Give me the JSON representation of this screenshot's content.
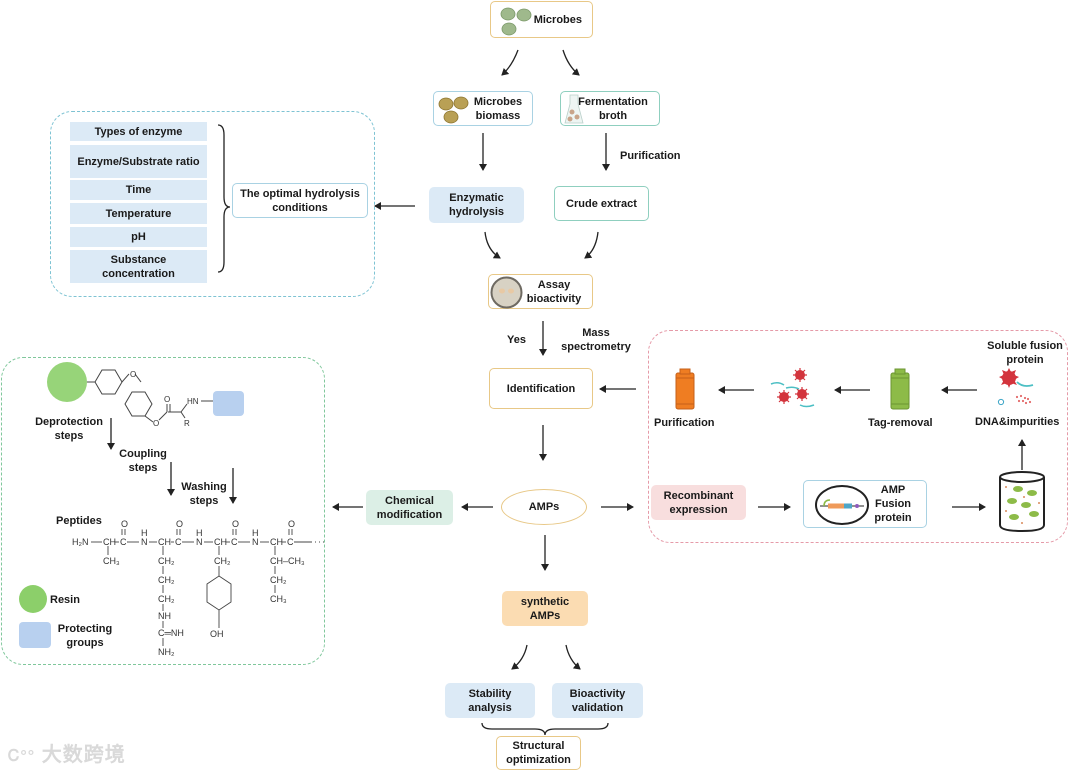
{
  "top": {
    "microbes": "Microbes",
    "microbes_biomass": "Microbes biomass",
    "fermentation_broth": "Fermentation broth",
    "purification_step": "Purification",
    "enzymatic_hydrolysis": "Enzymatic hydrolysis",
    "crude_extract": "Crude extract",
    "assay_bioactivity": "Assay bioactivity",
    "yes": "Yes",
    "mass_spectrometry": "Mass spectrometry",
    "identification": "Identification",
    "amps": "AMPs",
    "chemical_modification": "Chemical modification",
    "recombinant_expression": "Recombinant expression",
    "synthetic_amps": "synthetic AMPs",
    "stability_analysis": "Stability analysis",
    "bioactivity_validation": "Bioactivity validation",
    "structural_optimization": "Structural optimization"
  },
  "hydrolysis_panel": {
    "parameters": [
      "Types of enzyme",
      "Enzyme/Substrate ratio",
      "Time",
      "Temperature",
      "pH",
      "Substance concentration"
    ],
    "result": "The optimal hydrolysis conditions"
  },
  "recombinant_panel": {
    "soluble_fusion_protein": "Soluble fusion protein",
    "dna_impurities": "DNA&impurities",
    "tag_removal": "Tag-removal",
    "purification": "Purification",
    "amp_fusion_protein": "AMP Fusion protein"
  },
  "synthesis_panel": {
    "deprotection": "Deprotection steps",
    "coupling": "Coupling steps",
    "washing": "Washing steps",
    "peptides": "Peptides",
    "legend_resin": "Resin",
    "legend_protecting": "Protecting groups",
    "chem": {
      "h2n": "H₂N",
      "ch": "CH",
      "c": "C",
      "n": "N",
      "h": "H",
      "o": "O",
      "ch3": "CH₃",
      "ch2": "CH₂",
      "nh": "NH",
      "nh2": "NH₂",
      "cnh": "C═NH",
      "oh": "OH",
      "r": "R",
      "hn": "HN",
      "ch_ch3": "CH–CH₃"
    }
  },
  "watermark": "大数跨境"
}
